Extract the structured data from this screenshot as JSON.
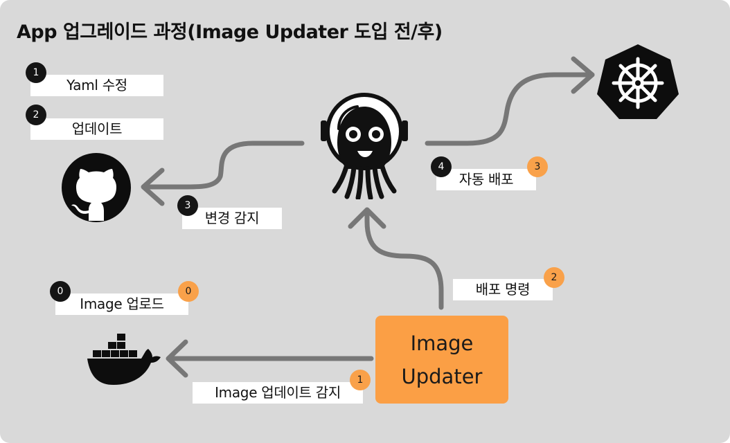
{
  "title": "App 업그레이드 과정(Image Updater 도입 전/후)",
  "steps": {
    "yaml_edit": {
      "badge": "1",
      "label": "Yaml 수정"
    },
    "update": {
      "badge": "2",
      "label": "업데이트"
    },
    "detect_change": {
      "badge": "3",
      "label": "변경 감지"
    },
    "auto_deploy": {
      "badge": "4",
      "badge_after": "3",
      "label": "자동 배포"
    },
    "image_upload": {
      "badge": "0",
      "badge_after": "0",
      "label": "Image 업로드"
    },
    "deploy_command": {
      "badge_after": "2",
      "label": "배포 명령"
    },
    "image_update_detect": {
      "badge_after": "1",
      "label": "Image 업데이트 감지"
    }
  },
  "image_updater": {
    "line1": "Image",
    "line2": "Updater"
  },
  "icons": [
    "github-icon",
    "argocd-icon",
    "kubernetes-icon",
    "docker-icon"
  ],
  "colors": {
    "background": "#d9d9d9",
    "accent": "#fb9f45",
    "arrow": "#777777",
    "dark": "#151515"
  }
}
